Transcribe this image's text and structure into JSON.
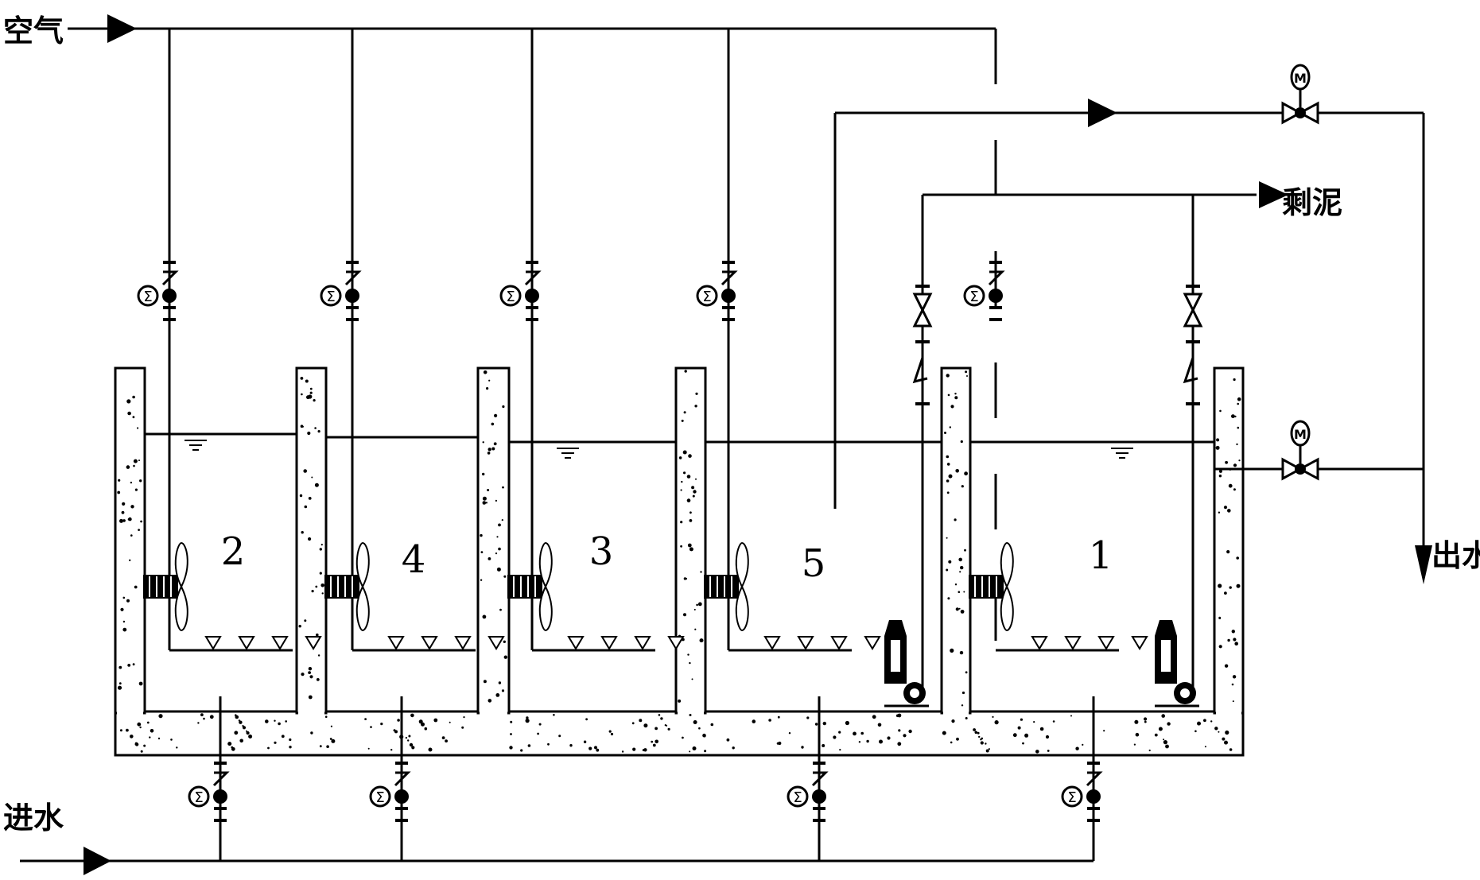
{
  "labels": {
    "air_in": "空气",
    "water_in": "进水",
    "sludge_out": "剩泥",
    "water_out": "出水"
  },
  "tanks": [
    {
      "number": "2"
    },
    {
      "number": "4"
    },
    {
      "number": "3"
    },
    {
      "number": "5"
    },
    {
      "number": "1"
    }
  ],
  "colors": {
    "line": "#000000",
    "background": "#ffffff"
  }
}
